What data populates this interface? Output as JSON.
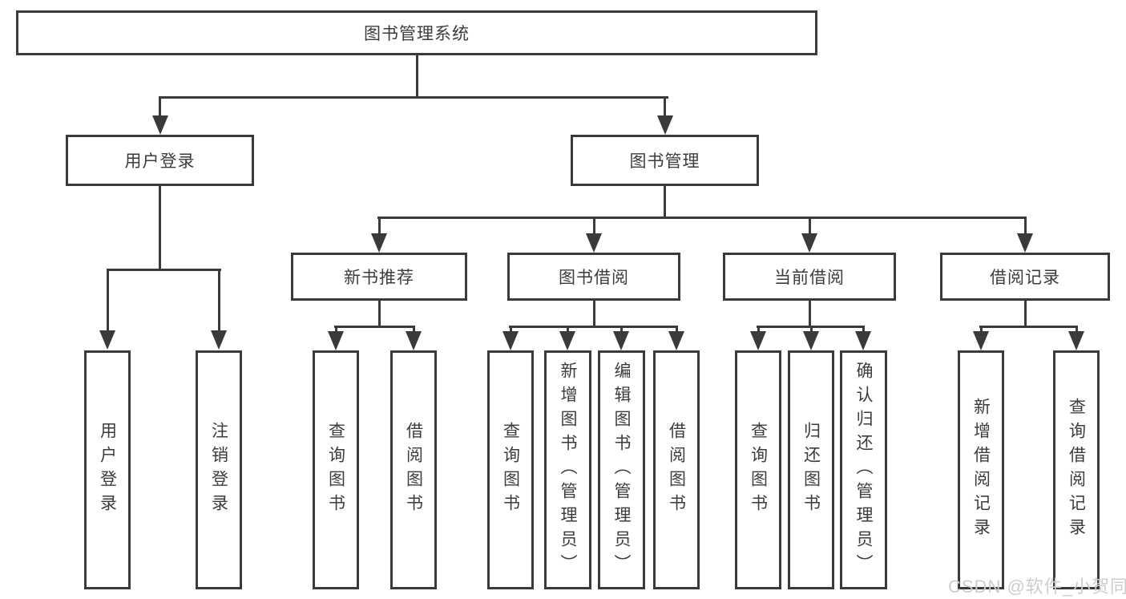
{
  "tree": {
    "label": "图书管理系统",
    "children": [
      {
        "label": "用户登录",
        "children": [
          {
            "label": "用户登录"
          },
          {
            "label": "注销登录"
          }
        ]
      },
      {
        "label": "图书管理",
        "children": [
          {
            "label": "新书推荐",
            "children": [
              {
                "label": "查询图书"
              },
              {
                "label": "借阅图书"
              }
            ]
          },
          {
            "label": "图书借阅",
            "children": [
              {
                "label": "查询图书"
              },
              {
                "label": "新增图书（管理员）"
              },
              {
                "label": "编辑图书（管理员）"
              },
              {
                "label": "借阅图书"
              }
            ]
          },
          {
            "label": "当前借阅",
            "children": [
              {
                "label": "查询图书"
              },
              {
                "label": "归还图书"
              },
              {
                "label": "确认归还（管理员）"
              }
            ]
          },
          {
            "label": "借阅记录",
            "children": [
              {
                "label": "新增借阅记录"
              },
              {
                "label": "查询借阅记录"
              }
            ]
          }
        ]
      }
    ]
  },
  "watermark": {
    "text": "CSDN @软件_小贺同学"
  },
  "colors": {
    "line": "#3a3a3a",
    "text": "#3c3c3c",
    "watermark": "#cdcdcd",
    "background": "#ffffff"
  }
}
